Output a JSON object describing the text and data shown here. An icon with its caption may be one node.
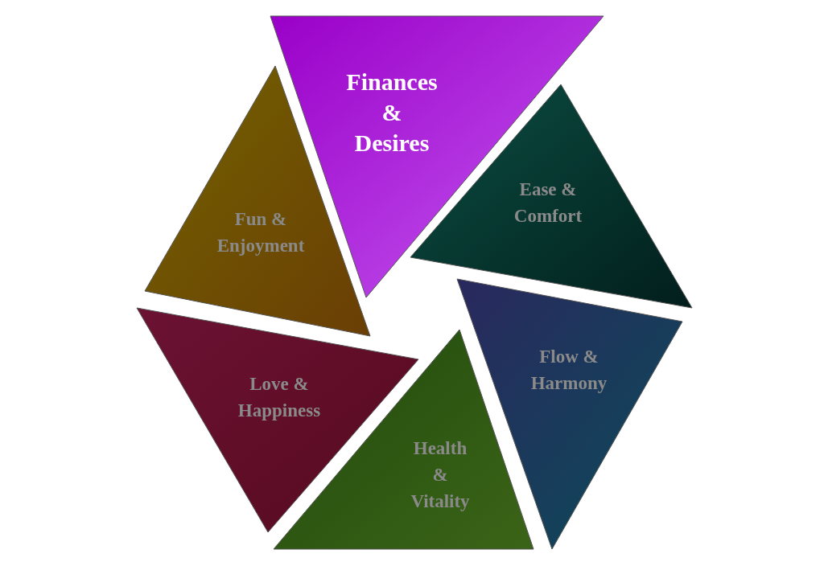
{
  "diagram": {
    "nodes": [
      {
        "text": [
          "Finances & Desires"
        ]
      },
      {
        "text": [
          "Fun & Enjoyment"
        ]
      },
      {
        "text": [
          "Ease & Comfort"
        ]
      },
      {
        "text": [
          "Love & Happiness"
        ]
      },
      {
        "text": [
          "Flow & Harmony"
        ]
      },
      {
        "text": [
          "Health & Vitality"
        ]
      }
    ]
  }
}
